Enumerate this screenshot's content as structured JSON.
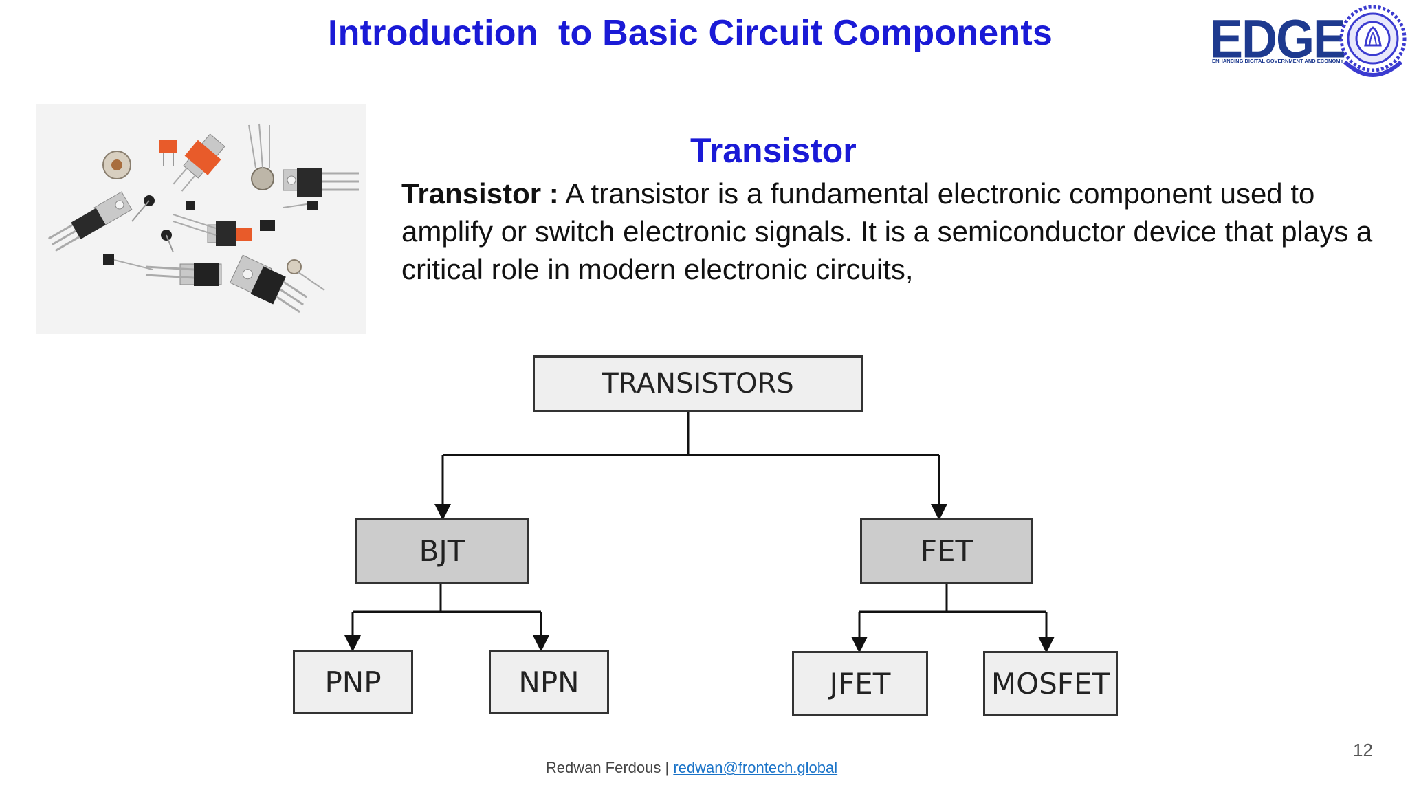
{
  "slide": {
    "title": "Introduction  to Basic Circuit Components",
    "section_heading": "Transistor",
    "description_term": "Transistor :",
    "description_text": "  A transistor is a fundamental electronic component used to amplify or switch electronic signals. It is a semiconductor device that plays a critical role in modern electronic circuits,",
    "page_number": "12"
  },
  "logo": {
    "text": "EDGE",
    "tagline": "ENHANCING DIGITAL GOVERNMENT AND ECONOMY",
    "seal_icon": "university-seal-icon",
    "color": "#1e3a8f"
  },
  "photo": {
    "icon": "transistor-components-photo"
  },
  "diagram": {
    "root": "TRANSISTORS",
    "branches": [
      {
        "label": "BJT",
        "children": [
          "PNP",
          "NPN"
        ]
      },
      {
        "label": "FET",
        "children": [
          "JFET",
          "MOSFET"
        ]
      }
    ]
  },
  "footer": {
    "author": "Redwan Ferdous | ",
    "email": "redwan@frontech.global"
  },
  "colors": {
    "title": "#1a1ad6",
    "node_light": "#efefef",
    "node_dark": "#cccccc"
  }
}
